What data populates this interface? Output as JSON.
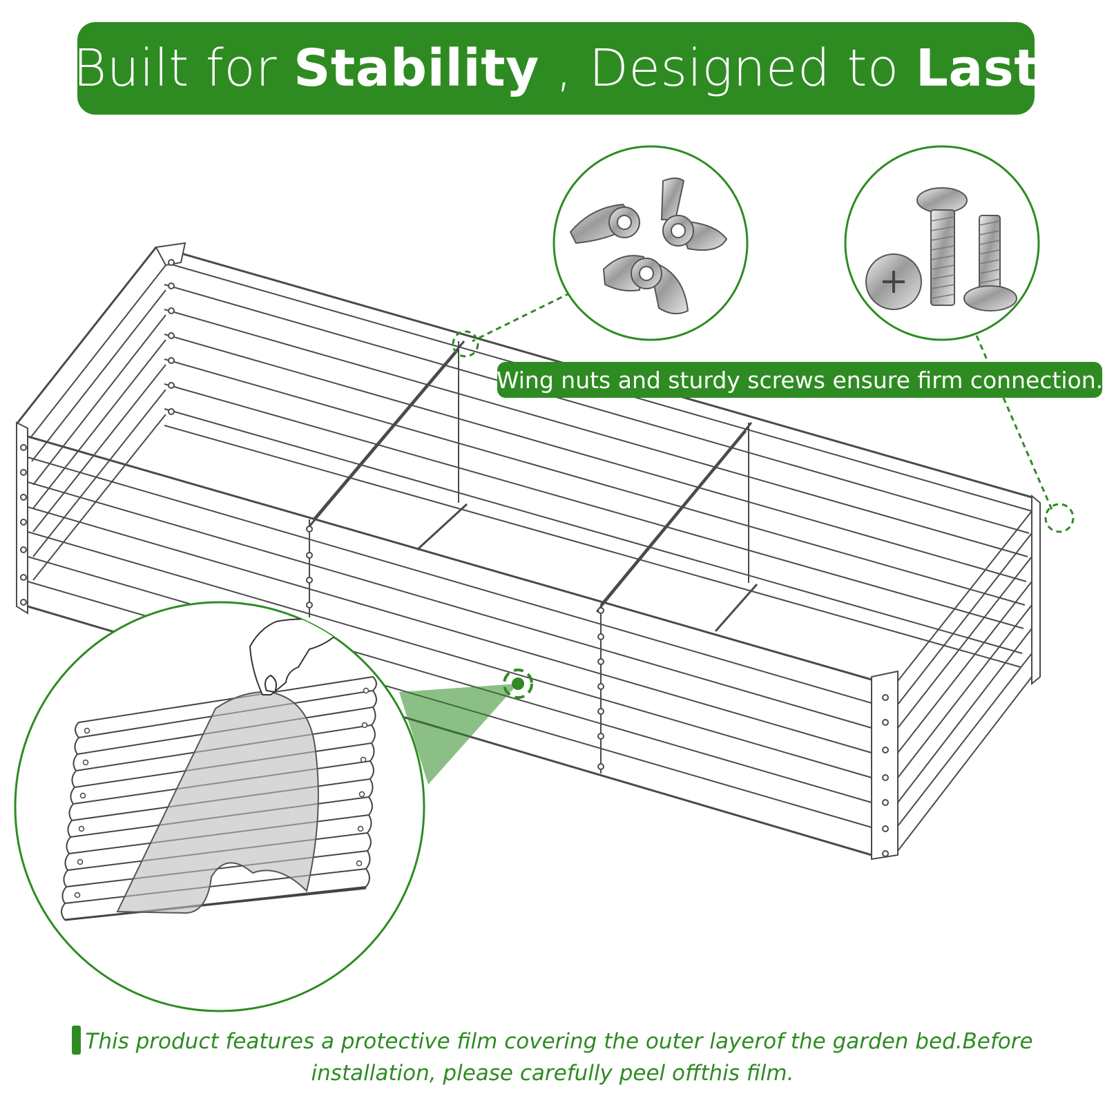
{
  "header": {
    "part1": "Built for",
    "part2": "Stability",
    "part3": ", Designed to",
    "part4": "Last"
  },
  "callout": {
    "text": "Wing nuts and sturdy screws ensure firm connection."
  },
  "footer": {
    "line1": "This product features a protective film covering the outer layerof the garden bed.Before",
    "line2": "installation, please carefully peel offthis film."
  },
  "colors": {
    "brand_green": "#2e8b22",
    "line_gray": "#4a4a4a",
    "film": "#c8c8c8"
  },
  "icons": [
    "wing-nut-icon",
    "screw-icon",
    "hand-icon"
  ]
}
